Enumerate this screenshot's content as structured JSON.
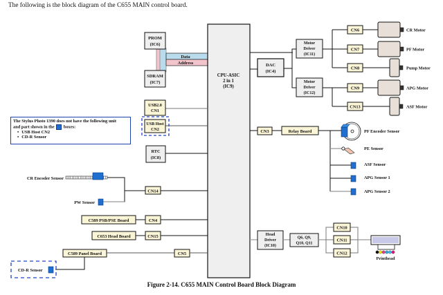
{
  "intro_text": "The following is the block diagram of the C655 MAIN control board.",
  "caption": "Figure 2-14.  C655 MAIN Control Board Block Diagram",
  "colors": {
    "block_fill": "#efefef",
    "connector_fill": "#fbf5d8",
    "motor_fill": "#e8e0d8",
    "data_bus": "#b8dcec",
    "address_bus": "#f2c4cc",
    "sensor_blue": "#1e6fd0",
    "note_border": "#1f3fb0",
    "optional_dash": "#2040c8"
  },
  "memory": {
    "prom": {
      "name": "PROM",
      "ic": "(IC6)"
    },
    "sdram": {
      "name": "SDRAM",
      "ic": "(IC7)"
    },
    "bus_data": "Data",
    "bus_address": "Address"
  },
  "cpu": {
    "line1": "CPU-ASIC",
    "line2": "2 in 1",
    "line3": "(IC9)"
  },
  "left_blocks": {
    "usb20": {
      "line1": "USB2.0",
      "line2": "CN1"
    },
    "usb_host": {
      "line1": "USB Host",
      "line2": "CN2"
    },
    "rtc": {
      "line1": "RTC",
      "line2": "(IC8)"
    }
  },
  "note": {
    "line1": "The Stylus Photo 1390 does not have the following unit",
    "line2_pre": "and part shown in the",
    "line2_post": "boxes:",
    "items": [
      "USB Host CN2",
      "CD-R Sensor"
    ]
  },
  "encoder_group": {
    "cr_encoder": "CR Encoder Sensor",
    "pw_sensor": "PW Sensor",
    "connector": "CN14"
  },
  "boards": [
    {
      "name": "C589 PSB/PSE Board",
      "connector": "CN4"
    },
    {
      "name": "C653 Head Board",
      "connector": "CN15"
    },
    {
      "name": "C589 Panel Board",
      "connector": "CN5"
    }
  ],
  "cdr_sensor": "CD-R Sensor",
  "dac": {
    "name": "DAC",
    "ic": "(IC4)"
  },
  "motor_drivers": [
    {
      "line1": "Motor",
      "line2": "Driver",
      "ic": "(IC11)"
    },
    {
      "line1": "Motor",
      "line2": "Driver",
      "ic": "(IC12)"
    }
  ],
  "motors": [
    {
      "connector": "CN6",
      "label": "CR Motor"
    },
    {
      "connector": "CN7",
      "label": "PF Motor"
    },
    {
      "connector": "CN8",
      "label": "Pump Motor"
    },
    {
      "connector": "CN9",
      "label": "APG Motor"
    },
    {
      "connector": "CN13",
      "label": "ASF Motor"
    }
  ],
  "relay": {
    "connector": "CN3",
    "board": "Relay Board",
    "sensors": [
      "PF Encoder Sensor",
      "PE Sensor",
      "ASF Sensor",
      "APG Sensor 1",
      "APG Sensor 2"
    ]
  },
  "head": {
    "driver": {
      "line1": "Head",
      "line2": "Driver",
      "ic": "(IC10)"
    },
    "transistors": {
      "line1": "Q6, Q9,",
      "line2": "Q10, Q11"
    },
    "connectors": [
      "CN10",
      "CN11",
      "CN12"
    ],
    "printhead": "Printhead",
    "ink_colors": [
      "#111111",
      "#f2e21a",
      "#e8388a",
      "#2aa8e0",
      "#40b8e8",
      "#d81a7a"
    ]
  }
}
